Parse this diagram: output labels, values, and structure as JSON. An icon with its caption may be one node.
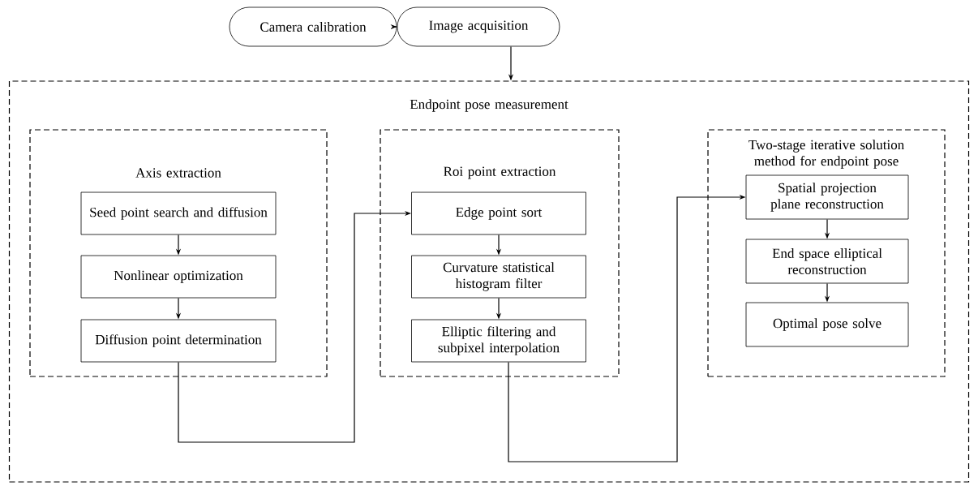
{
  "diagram": {
    "nodes": [
      {
        "text": [
          "Camera calibration"
        ]
      },
      {
        "text": [
          "Image acquisition"
        ]
      },
      {
        "text": [
          "Endpoint pose measurement"
        ]
      },
      {
        "text": [
          "Axis extraction"
        ],
        "in": 2
      },
      {
        "text": [
          "Seed point search and diffusion"
        ],
        "in": 3
      },
      {
        "text": [
          "Nonlinear optimization"
        ],
        "in": 3
      },
      {
        "text": [
          "Diffusion point determination"
        ],
        "in": 3
      },
      {
        "text": [
          "Roi point extraction"
        ],
        "in": 2
      },
      {
        "text": [
          "Edge point sort"
        ],
        "in": 7
      },
      {
        "text": [
          "Curvature statistical histogram filter"
        ],
        "in": 7
      },
      {
        "text": [
          "Elliptic filtering and subpixel interpolation"
        ],
        "in": 7
      },
      {
        "text": [
          "Two-stage iterative solution method for endpoint pose"
        ],
        "in": 2
      },
      {
        "text": [
          "Spatial projection plane reconstruction"
        ],
        "in": 11
      },
      {
        "text": [
          "End space elliptical reconstruction"
        ],
        "in": 11
      },
      {
        "text": [
          "Optimal pose solve"
        ],
        "in": 11
      }
    ],
    "edges": [
      {
        "from": 0,
        "to": 1,
        "arrow": "to"
      },
      {
        "from": 1,
        "to": 2,
        "arrow": "to"
      },
      {
        "from": 4,
        "to": 5,
        "arrow": "to"
      },
      {
        "from": 5,
        "to": 6,
        "arrow": "to"
      },
      {
        "from": 6,
        "to": 8,
        "arrow": "to"
      },
      {
        "from": 8,
        "to": 9,
        "arrow": "to"
      },
      {
        "from": 9,
        "to": 10,
        "arrow": "to"
      },
      {
        "from": 10,
        "to": 12,
        "arrow": "to"
      },
      {
        "from": 12,
        "to": 13,
        "arrow": "to"
      },
      {
        "from": 13,
        "to": 14,
        "arrow": "to"
      }
    ]
  }
}
